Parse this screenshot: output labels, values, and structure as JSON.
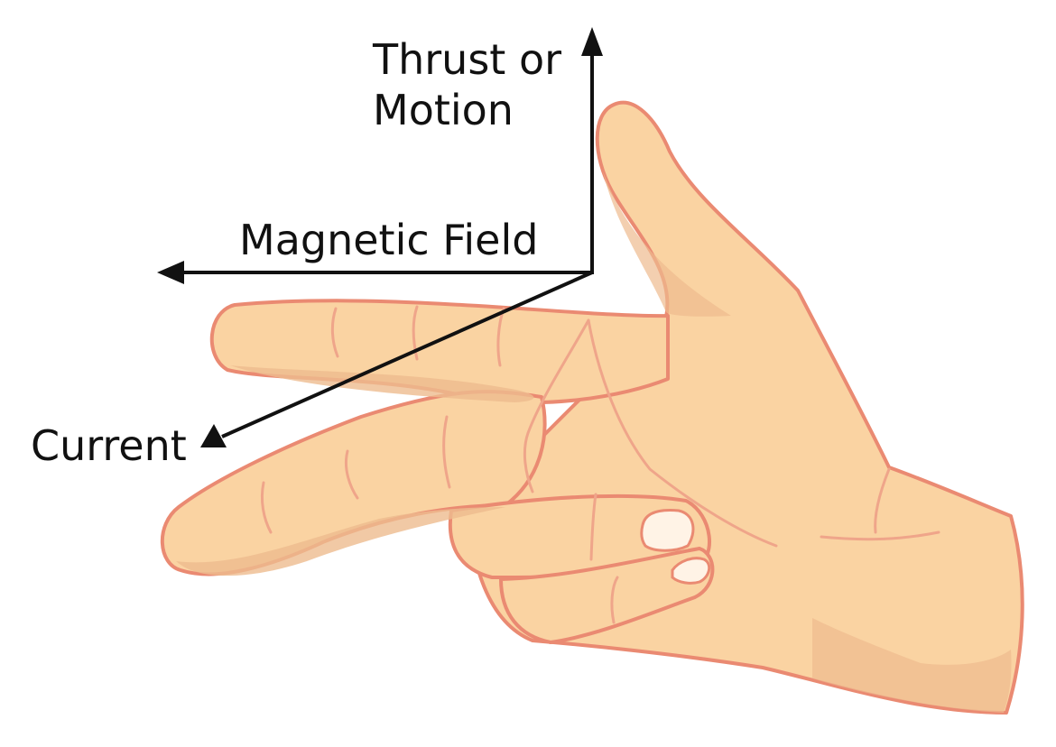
{
  "labels": {
    "thrust_line1": "Thrust or",
    "thrust_line2": "Motion",
    "magnetic_field": "Magnetic Field",
    "current": "Current"
  },
  "colors": {
    "skin": "#fad3a2",
    "skin_shadow": "#eebb8e",
    "outline": "#ea8a72",
    "crease": "#efa58a",
    "nail": "#fff3e6",
    "arrow": "#111111"
  },
  "icons": {
    "hand": "left-hand-icon"
  }
}
